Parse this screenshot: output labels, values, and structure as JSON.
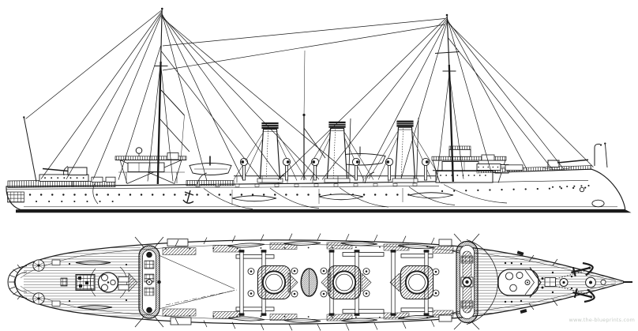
{
  "page": {
    "background_color": "#ffffff",
    "ink_color": "#1b1b1b"
  },
  "watermark": {
    "text": "www.the-blueprints.com"
  },
  "diagram_data": {
    "type": "ship-blueprint-line-drawing",
    "views": [
      {
        "name": "side-elevation",
        "position": "top",
        "bow_direction": "right"
      },
      {
        "name": "deck-plan",
        "position": "bottom",
        "bow_direction": "right"
      }
    ],
    "depicted": {
      "funnels": 3,
      "masts": 2,
      "plan_anchors": 2,
      "gun_platforms": 2,
      "boats_amidships": 8
    }
  }
}
